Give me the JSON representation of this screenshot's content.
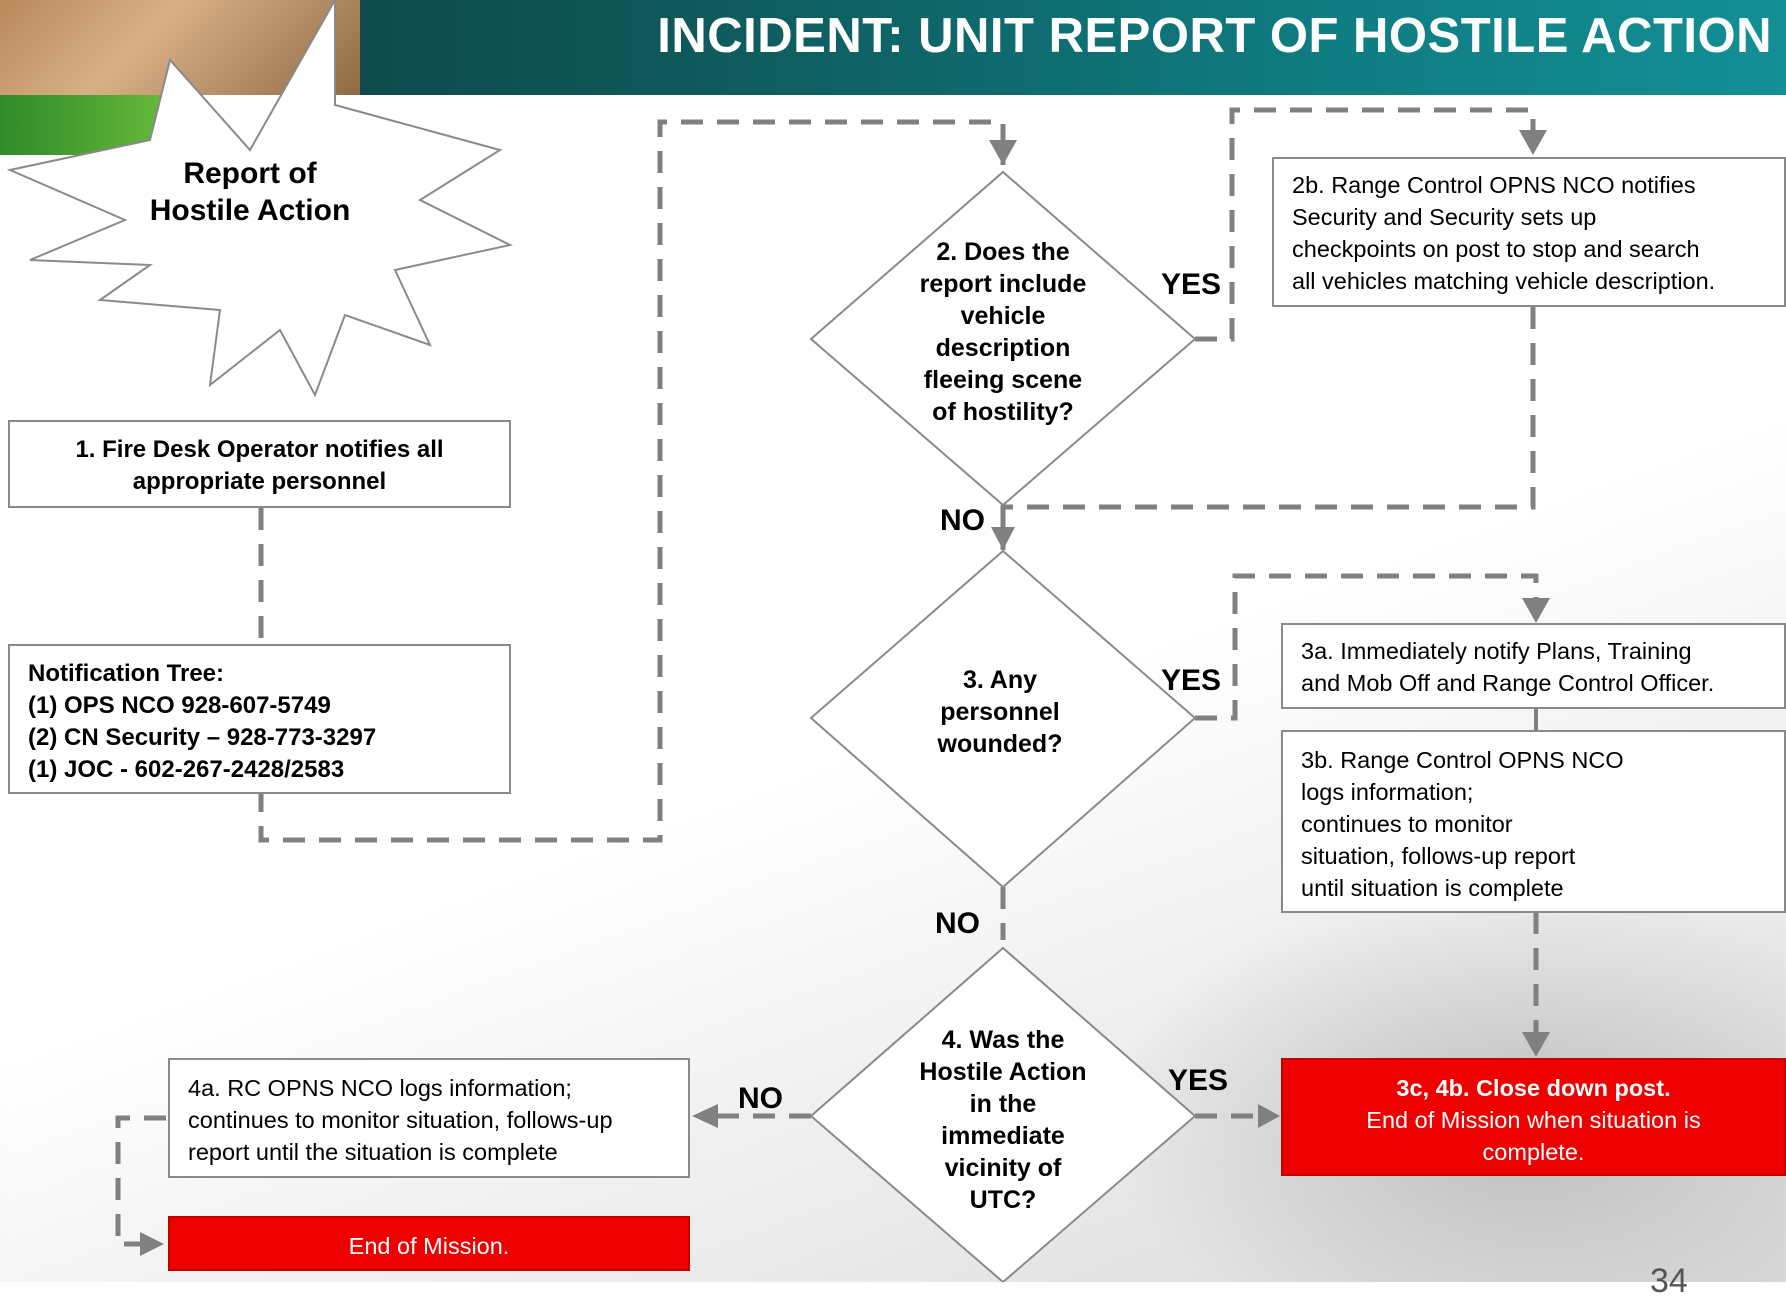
{
  "header": {
    "title": "INCIDENT: UNIT REPORT OF HOSTILE ACTION"
  },
  "start": {
    "line1": "Report of",
    "line2": "Hostile Action"
  },
  "step1": {
    "text": "1. Fire Desk Operator notifies all appropriate personnel"
  },
  "notification_tree": {
    "title": "Notification Tree:",
    "items": [
      "(1)  OPS NCO 928-607-5749",
      "(2)  CN Security – 928-773-3297",
      "(1)  JOC  - 602-267-2428/2583"
    ]
  },
  "decision2": {
    "lines": [
      "2. Does the",
      "report include",
      "vehicle",
      "description",
      "fleeing scene",
      "of hostility?"
    ]
  },
  "decision3": {
    "lines": [
      "3. Any",
      "personnel",
      "wounded?"
    ]
  },
  "decision4": {
    "lines": [
      "4. Was the",
      "Hostile Action",
      "in the",
      "immediate",
      "vicinity of",
      "UTC?"
    ]
  },
  "step2b": {
    "lines": [
      "2b. Range Control OPNS NCO notifies",
      "Security and Security sets up",
      "checkpoints on post to stop and search",
      "all vehicles matching vehicle description."
    ]
  },
  "step3a": {
    "lines": [
      "3a. Immediately notify Plans, Training",
      "and Mob Off and Range Control Officer."
    ]
  },
  "step3b": {
    "lines": [
      "3b. Range Control OPNS NCO",
      "logs information;",
      "continues to monitor",
      "situation, follows-up report",
      "until situation is complete"
    ]
  },
  "step4a": {
    "lines": [
      "4a. RC OPNS NCO logs information;",
      "continues to monitor situation, follows-up",
      "report until the situation is complete"
    ]
  },
  "end_left": {
    "text": "End of Mission."
  },
  "end_right": {
    "title": "3c, 4b. Close down post.",
    "lines": [
      "End of Mission when situation is",
      "complete."
    ]
  },
  "labels": {
    "yes": "YES",
    "no": "NO"
  },
  "page_number": "34",
  "colors": {
    "header": "#0f6b6e",
    "end_box": "#ee0000",
    "connector": "#808080"
  }
}
